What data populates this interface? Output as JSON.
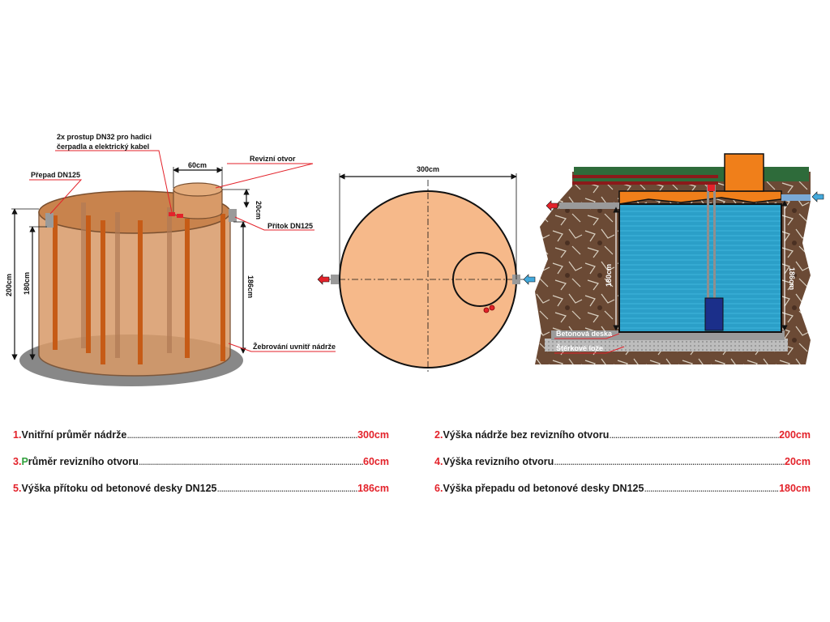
{
  "diagram_labels": {
    "prostup": [
      "2x prostup DN32 pro hadici",
      "čerpadla a elektrický kabel"
    ],
    "revizni_otvor": "Revizní otvor",
    "dim_60": "60cm",
    "dim_20": "20cm",
    "prepad": "Přepad DN125",
    "pritok": "Přítok DN125",
    "dim_200": "200cm",
    "dim_180": "180cm",
    "dim_186": "186cm",
    "zebrovani": "Žebrování uvnitř nádrže",
    "dim_300": "300cm",
    "betonova_deska": "Betonová deska",
    "sterkove_loze": "Štěrkové lože"
  },
  "specs": [
    {
      "num": "1.",
      "hl": "",
      "label": "Vnitřní průměr nádrže",
      "value": "300cm"
    },
    {
      "num": "2.",
      "hl": "",
      "label": "Výška nádrže bez revizního otvoru",
      "value": "200cm"
    },
    {
      "num": "3.",
      "hl": "P",
      "label": "růměr revizního otvoru",
      "value": "60cm"
    },
    {
      "num": "4.",
      "hl": "",
      "label": "Výška revizního otvoru",
      "value": "20cm"
    },
    {
      "num": "5.",
      "hl": "",
      "label": "Výška přítoku od betonové desky DN125",
      "value": "186cm"
    },
    {
      "num": "6.",
      "hl": "",
      "label": "Výška přepadu od betonové desky DN125",
      "value": "180cm"
    }
  ],
  "colors": {
    "tank_fill": "#f6b98a",
    "water": "#2b9fc8",
    "accent_red": "#e3222a",
    "lid_orange": "#f07f1a",
    "soil": "#6b4a35"
  }
}
